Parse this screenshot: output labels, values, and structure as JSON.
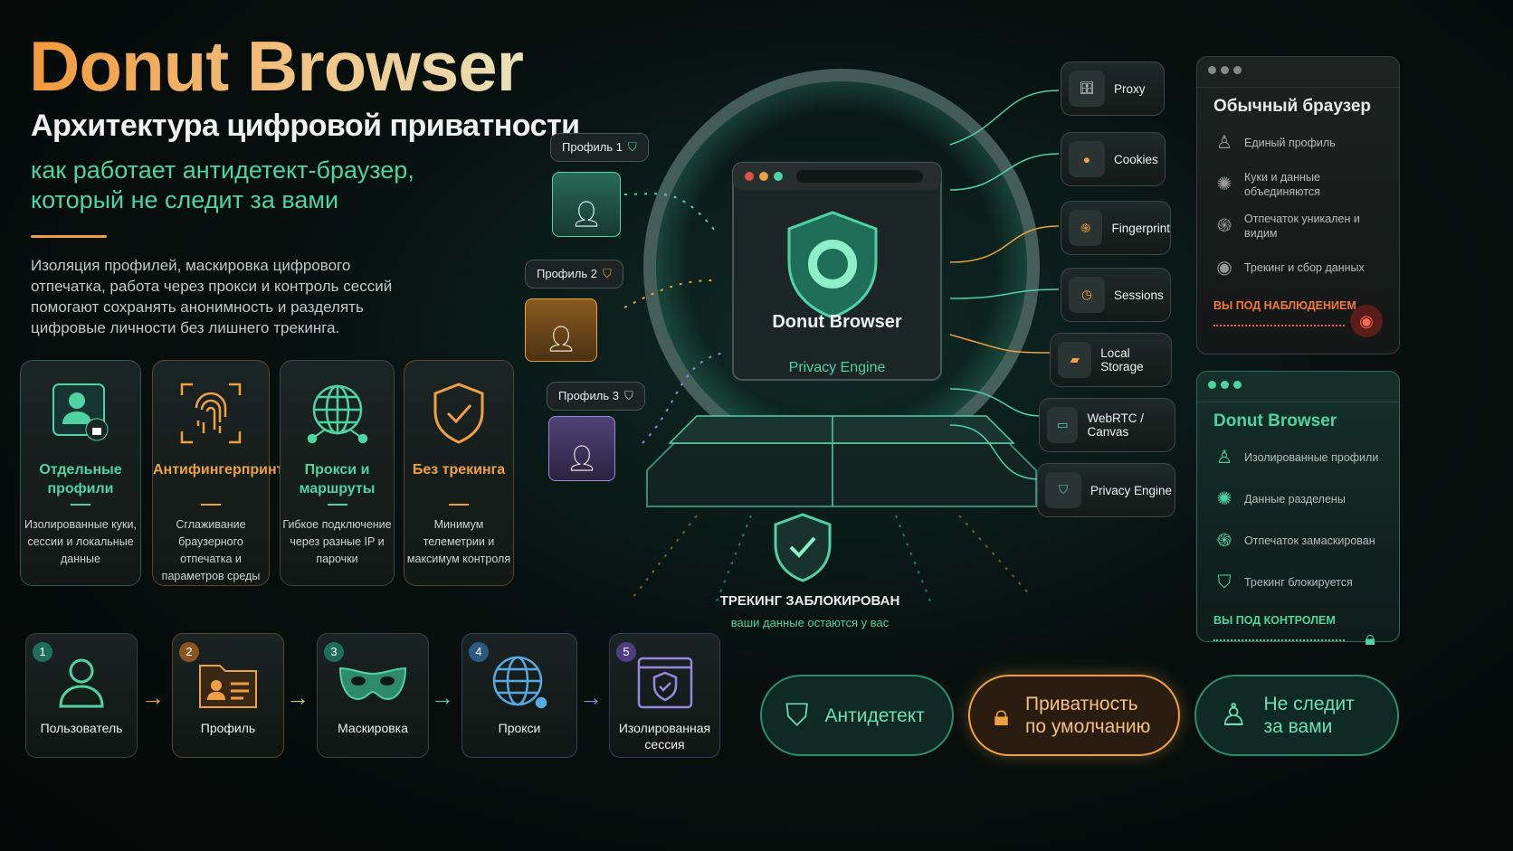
{
  "header": {
    "title": "Donut Browser",
    "subtitle": "Архитектура цифровой приватности",
    "tagline": "как работает антидетект-браузер, который не следит за вами",
    "description": "Изоляция профилей, маскировка цифрового отпечатка, работа через прокси и контроль сессий помогают сохранять анонимность и разделять цифровые личности без лишнего трекинга."
  },
  "features": [
    {
      "title": "Отдельные профили",
      "text": "Изолированные куки, сессии и локальные данные",
      "icon": "user-lock-icon",
      "color": "#4fd3a3"
    },
    {
      "title": "Антифингерпринт",
      "text": "Сглаживание браузерного отпечатка и параметров среды",
      "icon": "fingerprint-icon",
      "color": "#f0a040"
    },
    {
      "title": "Прокси и маршруты",
      "text": "Гибкое подключение через разные IP и парочки",
      "icon": "globe-network-icon",
      "color": "#4fd3a3"
    },
    {
      "title": "Без трекинга",
      "text": "Минимум телеметрии и максимум контроля",
      "icon": "shield-check-icon",
      "color": "#f0a040"
    }
  ],
  "flow": [
    {
      "num": "1",
      "label": "Пользователь",
      "icon": "user-icon"
    },
    {
      "num": "2",
      "label": "Профиль",
      "icon": "profile-folder-icon"
    },
    {
      "num": "3",
      "label": "Маскировка",
      "icon": "mask-icon"
    },
    {
      "num": "4",
      "label": "Прокси",
      "icon": "globe-icon"
    },
    {
      "num": "5",
      "label": "Изолированная сессия",
      "icon": "shield-window-icon"
    }
  ],
  "profiles": [
    "Профиль 1",
    "Профиль 2",
    "Профиль 3"
  ],
  "engine": {
    "name": "Donut Browser",
    "sub": "Privacy Engine"
  },
  "modules": [
    "Proxy",
    "Cookies",
    "Fingerprint",
    "Sessions",
    "Local Storage",
    "WebRTC / Canvas",
    "Privacy Engine"
  ],
  "tracking": {
    "title": "ТРЕКИНГ ЗАБЛОКИРОВАН",
    "sub": "ваши данные остаются у вас"
  },
  "ordinary": {
    "title": "Обычный браузер",
    "items": [
      "Единый профиль",
      "Куки и данные объединяются",
      "Отпечаток уникален и видим",
      "Трекинг и сбор данных"
    ],
    "footer": "ВЫ ПОД НАБЛЮДЕНИЕМ"
  },
  "donut": {
    "title": "Donut Browser",
    "items": [
      "Изолированные профили",
      "Данные разделены",
      "Отпечаток замаскирован",
      "Трекинг блокируется"
    ],
    "footer": "ВЫ ПОД КОНТРОЛЕМ"
  },
  "buttons": [
    "Антидетект",
    "Приватность по умолчанию",
    "Не следит за вами"
  ],
  "colors": {
    "green": "#4fd3a3",
    "orange": "#f0a040",
    "purple": "#9a86e0",
    "blue": "#5aa8e0"
  }
}
